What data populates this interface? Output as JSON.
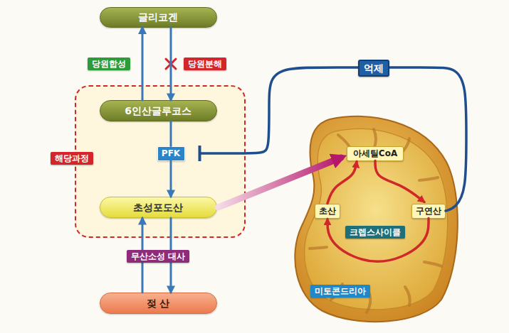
{
  "diagram": {
    "nodes": [
      {
        "text": [
          "글리코겐"
        ]
      },
      {
        "text": [
          "해당과정"
        ]
      },
      {
        "text": [
          "6인산글루코스"
        ],
        "in": 1
      },
      {
        "text": [
          "PFK"
        ],
        "in": 1
      },
      {
        "text": [
          "초성포도산"
        ],
        "in": 1
      },
      {
        "text": [
          "젖 산"
        ]
      },
      {
        "text": [
          "미토콘드리아"
        ]
      },
      {
        "text": [
          "아세틸CoA"
        ],
        "in": 6
      },
      {
        "text": [
          "초산"
        ],
        "in": 6
      },
      {
        "text": [
          "구연산"
        ],
        "in": 6
      }
    ],
    "edges": [
      {
        "from": 2,
        "to": 0,
        "label": "당원합성",
        "arrow": "to"
      },
      {
        "from": 0,
        "to": 2,
        "label": "당원분해",
        "arrow": "to"
      },
      {
        "from": 2,
        "to": 3,
        "arrow": "none"
      },
      {
        "from": 3,
        "to": 4,
        "arrow": "to"
      },
      {
        "from": 4,
        "to": 7,
        "arrow": "to"
      },
      {
        "from": 9,
        "to": 3,
        "label": "억제",
        "arrow": "to"
      },
      {
        "from": 5,
        "to": 4,
        "arrow": "to"
      },
      {
        "from": 4,
        "to": 5,
        "label": "무산소성 대사",
        "arrow": "to"
      },
      {
        "from": 7,
        "to": 9,
        "arrow": "to"
      },
      {
        "from": 9,
        "to": 8,
        "arrow": "to"
      },
      {
        "from": 8,
        "to": 7,
        "arrow": "to"
      }
    ],
    "labels": [
      "크렙스사이클"
    ]
  }
}
